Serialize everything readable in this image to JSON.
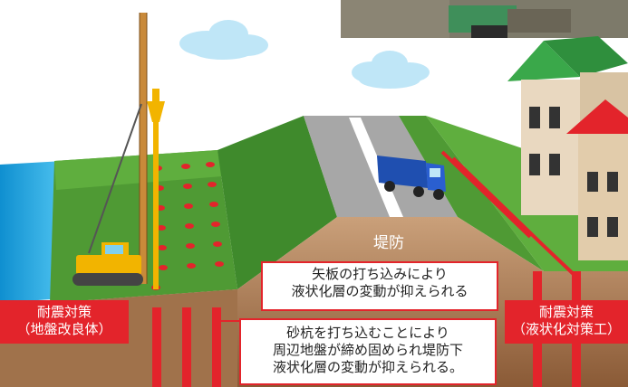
{
  "levee_label": "堤防",
  "callout_sheet_pile": {
    "line1": "矢板の打ち込みにより",
    "line2": "液状化層の変動が抑えられる"
  },
  "callout_sand_pile": {
    "line1": "砂杭を打ち込むことにより",
    "line2": "周辺地盤が締め固められ堤防下",
    "line3": "液状化層の変動が抑えられる。"
  },
  "left_measure": {
    "title": "耐震対策",
    "sub": "（地盤改良体）"
  },
  "right_measure": {
    "title": "耐震対策",
    "sub": "（液状化対策工）"
  },
  "colors": {
    "accent_red": "#e3242b",
    "grass_green": "#5aa53a",
    "soil_brown": "#b98a60",
    "water_blue": "#1aa3dc",
    "road_gray": "#9c9c9c",
    "truck_blue": "#1f4fb0",
    "rig_yellow": "#f2b400"
  }
}
